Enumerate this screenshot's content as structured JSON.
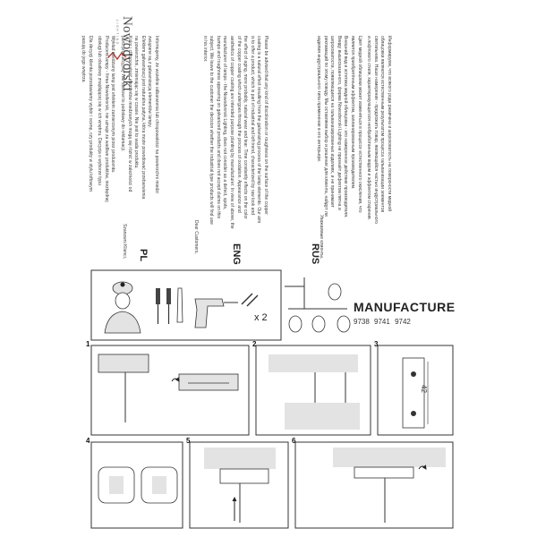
{
  "brand": {
    "name": "Nowodvorski",
    "tagline": "LIGHTING"
  },
  "sections": {
    "pl": {
      "code": "PL",
      "greeting": "Szanowni Klienci,",
      "paragraphs": [
        [
          "Informujemy, że wszelkie odbarwienia lub chropowatości na powierzchni miedzi",
          "związane są z galwanizacją elementów lampy.",
          "Efektem galwanizacji jest naturalna patyna, która może powodować przebarwienia",
          "na powierzchni, zmieniając się w czasie. Nie jest to wada produktu.",
          "Kolor i chropowatość elementów miedzianych mogą się różnić w zależności od",
          "partii produkcyjnej. Nie stanowi to podstawy do reklamacji."
        ],
        [
          "Wykład miedziany lamp jest efektem zamierzonym przez producenta.",
          "Producent lampy - firma Nowodvorski, nie uznaje za wadliwe produktów, niezbędnej",
          "obsługi lub obudowy znajdującej się w ich wnętrzu. Decyzja o wyborze typu"
        ],
        [
          "Dla decyzji klienta pozostawiamy wybór i ocenę, czy produkty w stylu loftowym",
          "pasują do jego wnętrza."
        ]
      ]
    },
    "eng": {
      "code": "ENG",
      "greeting": "Dear Customers,",
      "paragraphs": [
        [
          "Please be advised that any kind of discoloration or roughness on the surface of the copper",
          "coating is a natural effect resulting from the galvanizing process of the lamp elements. Our aim",
          "is to offer a product, which is part of industrial and loft trend, characterized by raw look and",
          "the effect of aging, more probably, natural wear and tear. Time constantly effects on the color",
          "of the copper coating which undergoes through the process of oxidation. Appearance and",
          "aesthetics of copper coating are intended purpose planting by manufacturer. In view of above, the",
          "manufacturer of lamps - the Nowodvorski Lighting, does not consider as a defect, spots,",
          "bumps and roughness appearing on galvanized products and does not accept claims on this",
          "subject. We leave to the customer the decision whether the industrial type products will find use",
          "in his interior."
        ]
      ]
    },
    "rus": {
      "code": "RUS",
      "greeting": "Уважаемые клиенты,",
      "paragraphs": [
        [
          "Информируем, что всякого рода ржавчина и шероховатость на поверхности медной",
          "облицовки являются естественным результатом процесса гальванизации элементов",
          "светильника. Наше намерение - предложить товар, являющийся частью индустриального",
          "и лофтового стиля, характеризующегося необработанным видом и эффектом старения."
        ],
        [
          "Цвет медной облицовки может изменяться в процессе естественного окисления, что",
          "является приобретённым эффектом, запланированным производителем.",
          "Внешний вид и эстетика медной облицовки - это намеренное действие производителя.",
          "Ввиду вышесказанного, фирма Nowodvorski Lighting не признаёт дефектом пятна и",
          "шероховатости, появляющиеся на гальванизированных изделиях, и не принимает",
          "рекламаций по этому поводу. Мы оставляем выбор и решение для клиента, найдут ли",
          "изделия индустриального типа применение в его интерьере."
        ]
      ]
    }
  },
  "manufacture": {
    "title": "MANUFACTURE",
    "models": [
      "9738",
      "9741",
      "9742"
    ]
  },
  "steps": [
    "1",
    "2",
    "3",
    "4",
    "5",
    "6"
  ],
  "labels": {
    "quantity": "x 2",
    "dimension": "42"
  },
  "colors": {
    "line": "#333333",
    "fill": "#e3e3e3",
    "dark": "#222222"
  }
}
